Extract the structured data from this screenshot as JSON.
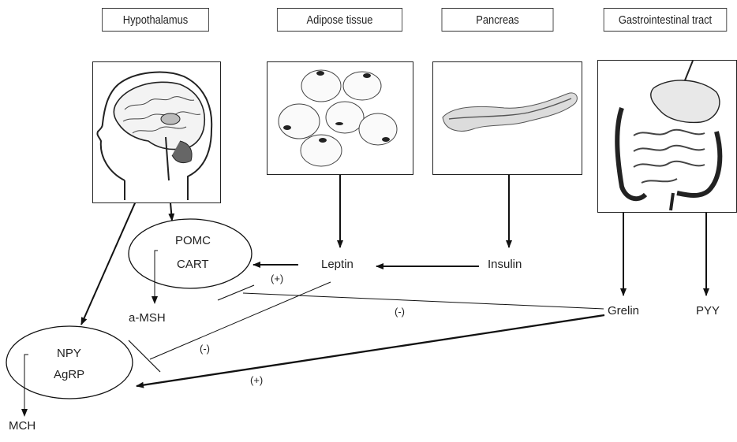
{
  "headers": {
    "hypothalamus": "Hypothalamus",
    "adipose": "Adipose tissue",
    "pancreas": "Pancreas",
    "gi": "Gastrointestinal tract"
  },
  "nodes": {
    "pomc": "POMC",
    "cart": "CART",
    "amsh": "a-MSH",
    "npy": "NPY",
    "agrp": "AgRP",
    "mch": "MCH",
    "leptin": "Leptin",
    "insulin": "Insulin",
    "grelin": "Grelin",
    "pyy": "PYY"
  },
  "signs": {
    "leptin_pomc": "(+)",
    "grelin_pomc": "(-)",
    "leptin_npy": "(-)",
    "grelin_npy": "(+)"
  }
}
